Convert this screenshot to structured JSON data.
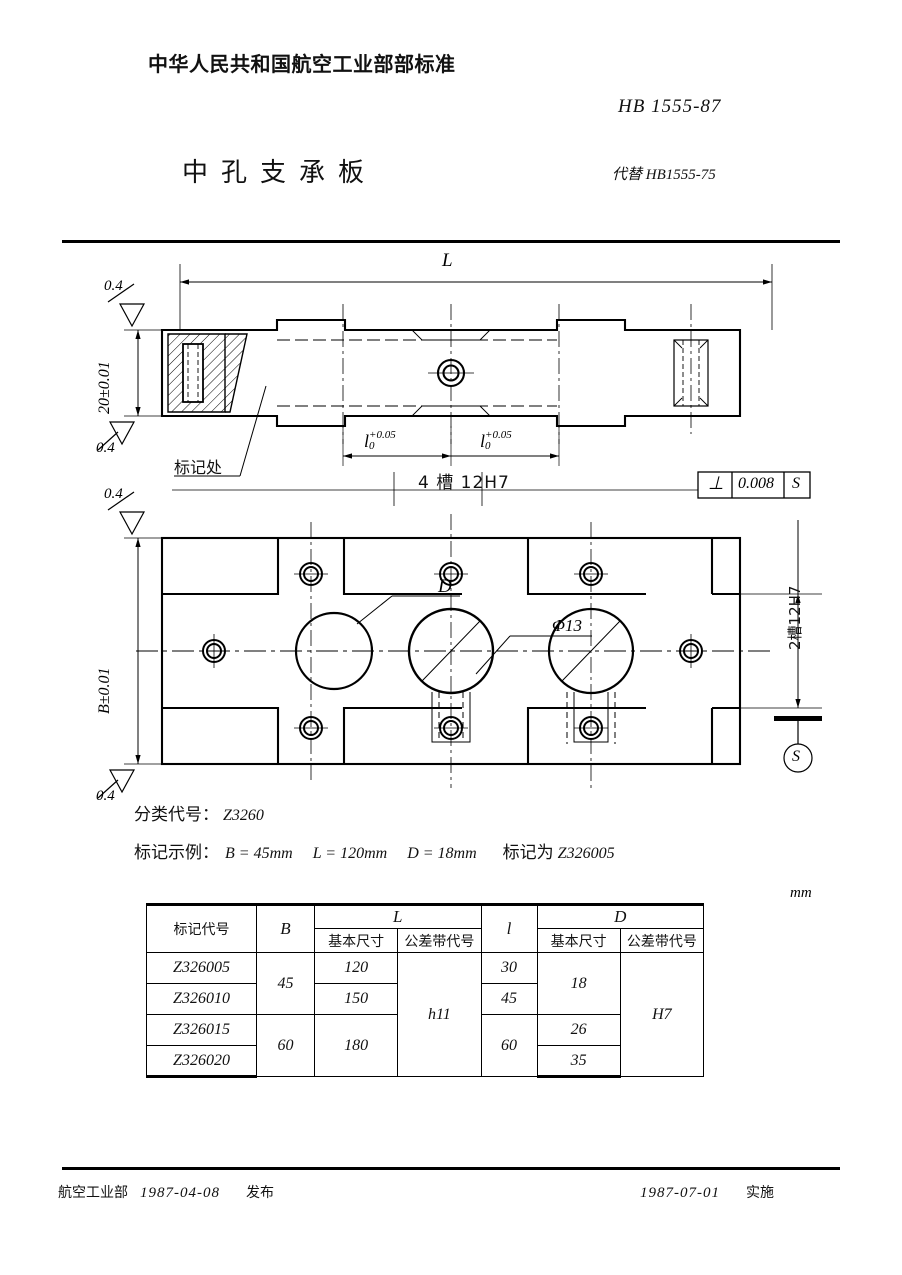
{
  "header": {
    "ministry_title": "中华人民共和国航空工业部部标准",
    "standard_no": "HB 1555-87",
    "doc_title": "中孔支承板",
    "replaces": "代替 HB1555-75"
  },
  "drawing": {
    "front_view": {
      "overall_length_label": "L",
      "thickness_dim": "20±0.01",
      "surface_finish_top": "0.4",
      "surface_finish_bottom": "0.4",
      "marking_note": "标记处",
      "slot_pitch_left": "l",
      "slot_pitch_left_upper_tol": "+0.05",
      "slot_pitch_left_lower_tol": "0",
      "slot_pitch_right": "l",
      "slot_pitch_right_upper_tol": "+0.05",
      "slot_pitch_right_lower_tol": "0",
      "slot_callout": "4 槽 12H7",
      "gdt_symbol": "⊥",
      "gdt_tolerance": "0.008",
      "gdt_datum": "S"
    },
    "plan_view": {
      "width_dim": "B±0.01",
      "surface_finish_top": "0.4",
      "surface_finish_bottom": "0.4",
      "center_hole_label": "D",
      "side_hole_label": "Φ13",
      "side_slot_callout": "2槽12H7",
      "datum_label": "S"
    }
  },
  "notes": {
    "classification_label": "分类代号：",
    "classification_value": "Z3260",
    "marking_example_label": "标记示例：",
    "marking_example_b": "B = 45mm",
    "marking_example_l": "L = 120mm",
    "marking_example_d": "D = 18mm",
    "marking_example_suffix_label": "标记为",
    "marking_example_code": "Z326005"
  },
  "table": {
    "unit": "mm",
    "headers": {
      "code": "标记代号",
      "b": "B",
      "l_group": "L",
      "l_basic": "基本尺寸",
      "l_tol": "公差带代号",
      "small_l": "l",
      "d_group": "D",
      "d_basic": "基本尺寸",
      "d_tol": "公差带代号"
    },
    "rows": [
      {
        "code": "Z326005",
        "b": "45",
        "l_basic": "120",
        "l_tol": "h11",
        "small_l": "30",
        "d_basic": "18",
        "d_tol": "H7"
      },
      {
        "code": "Z326010",
        "b": "45",
        "l_basic": "150",
        "l_tol": "h11",
        "small_l": "45",
        "d_basic": "18",
        "d_tol": "H7"
      },
      {
        "code": "Z326015",
        "b": "60",
        "l_basic": "180",
        "l_tol": "h11",
        "small_l": "60",
        "d_basic": "26",
        "d_tol": "H7"
      },
      {
        "code": "Z326020",
        "b": "60",
        "l_basic": "180",
        "l_tol": "h11",
        "small_l": "60",
        "d_basic": "35",
        "d_tol": "H7"
      }
    ]
  },
  "footer": {
    "issuer": "航空工业部",
    "issue_date": "1987-04-08",
    "issue_verb": "发布",
    "effective_date": "1987-07-01",
    "effective_verb": "实施"
  }
}
